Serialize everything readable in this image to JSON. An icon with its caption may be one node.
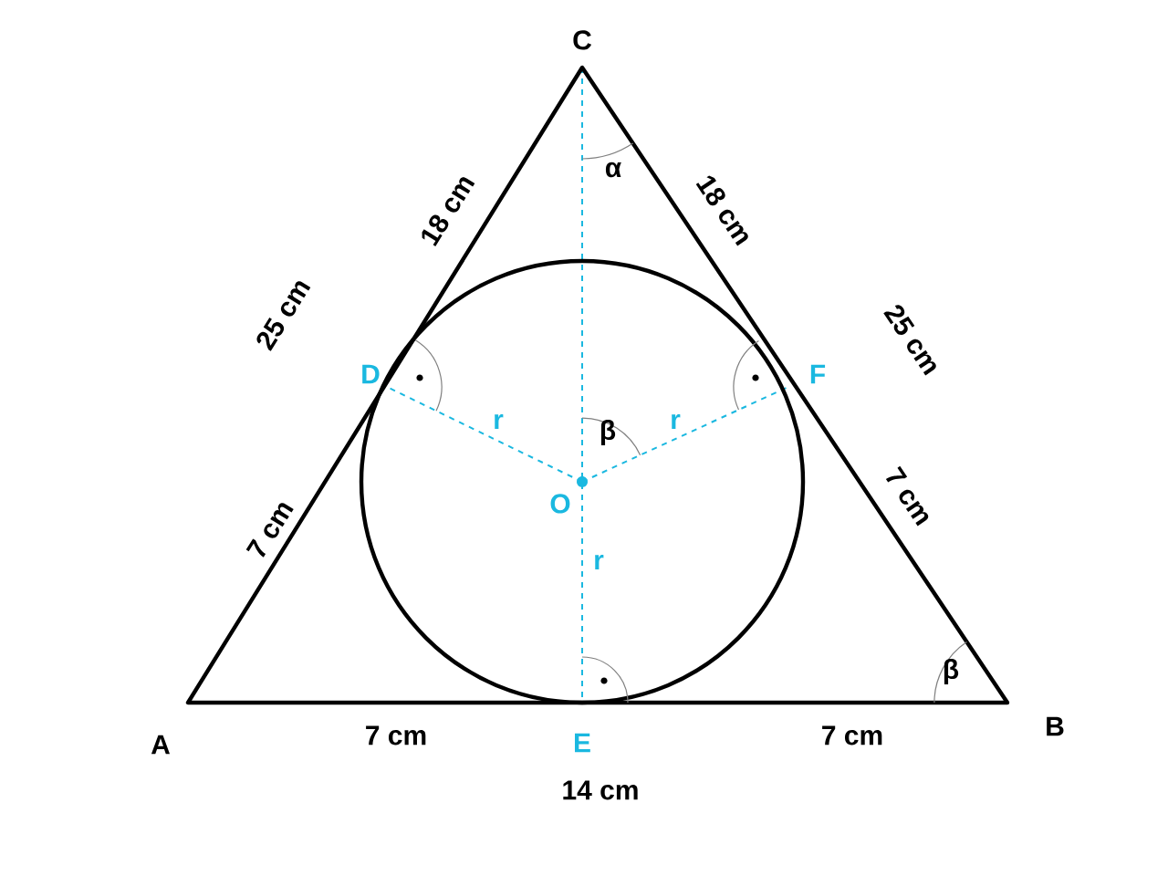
{
  "diagram": {
    "labels": [
      "C",
      "α",
      "18 cm",
      "18 cm",
      "25 cm",
      "25 cm",
      "D",
      "F",
      "r",
      "β",
      "r",
      "O",
      "r",
      "7 cm",
      "7 cm",
      "β",
      "A",
      "7 cm",
      "E",
      "7 cm",
      "B",
      "14 cm"
    ]
  }
}
